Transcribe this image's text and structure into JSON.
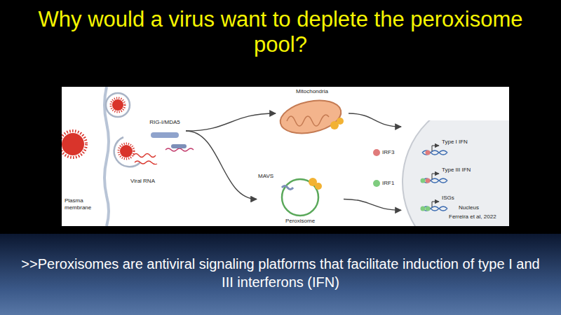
{
  "diagram": {
    "title": "Why would a virus want to deplete the peroxisome pool?",
    "caption": ">>Peroxisomes are antiviral signaling platforms that facilitate induction of type I and III interferons (IFN)",
    "nodes": [
      {
        "text": [
          "RIG-I/MDA5"
        ]
      },
      {
        "text": [
          "Mitochondria"
        ]
      },
      {
        "text": [
          "MAVS",
          "Peroxisome"
        ]
      },
      {
        "text": [
          "Type I IFN",
          "Type III IFN",
          "ISGs",
          "Nucleus"
        ]
      }
    ],
    "edges": [
      {
        "from": 0,
        "to": 1,
        "arrow": "to"
      },
      {
        "from": 0,
        "to": 2,
        "arrow": "to"
      },
      {
        "from": 1,
        "to": 3,
        "arrow": "to"
      },
      {
        "from": 2,
        "to": 3,
        "arrow": "to"
      }
    ],
    "labels": [
      "Viral RNA",
      "Plasma membrane",
      "IRF3",
      "IRF1",
      "Ferreira et al, 2022"
    ]
  }
}
